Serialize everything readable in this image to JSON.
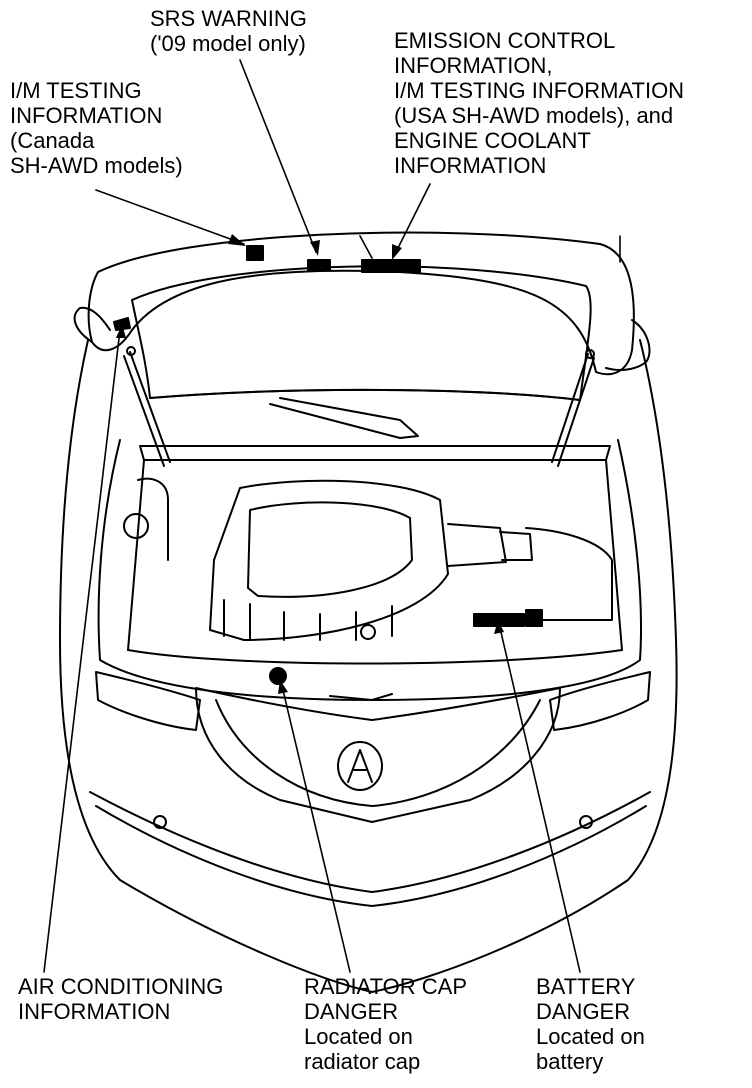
{
  "labels": {
    "srs_warning": "SRS WARNING\n('09 model only)",
    "im_testing_canada": "I/M TESTING\nINFORMATION\n(Canada\nSH-AWD models)",
    "emission_control": "EMISSION CONTROL\nINFORMATION,\nI/M TESTING INFORMATION\n(USA SH-AWD models), and\nENGINE COOLANT\nINFORMATION",
    "air_conditioning": "AIR CONDITIONING\nINFORMATION",
    "radiator_cap": "RADIATOR CAP\nDANGER\nLocated on\nradiator cap",
    "battery": "BATTERY\nDANGER\nLocated on\nbattery"
  },
  "colors": {
    "ink": "#000000",
    "paper": "#ffffff"
  }
}
